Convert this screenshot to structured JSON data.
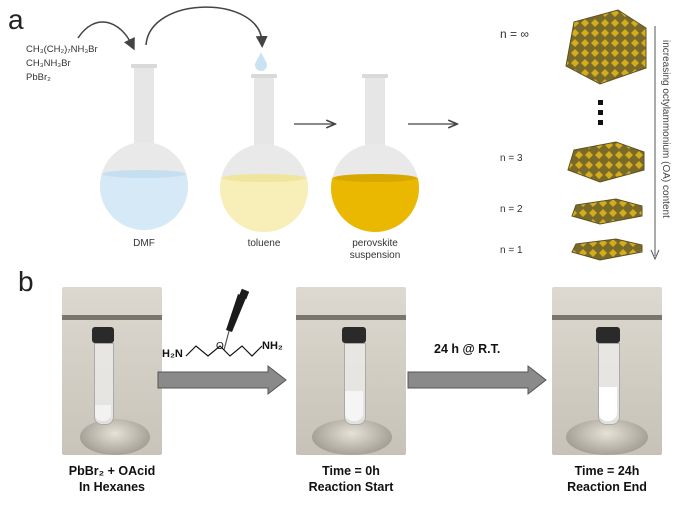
{
  "panel_a": {
    "label": "a",
    "reagents": [
      "CH₃(CH₂)₇NH₃Br",
      "CH₃NH₃Br",
      "PbBr₂"
    ],
    "flasks": [
      {
        "label": "DMF"
      },
      {
        "label": "toluene"
      },
      {
        "label_line1": "perovskite",
        "label_line2": "suspension"
      }
    ],
    "n_labels": [
      "n = ∞",
      "n = 3",
      "n = 2",
      "n = 1"
    ],
    "axis_label": "increasing octylammonium (OA) content",
    "colors": {
      "dmf": "#d6e9f7",
      "toluene": "#f7eeb8",
      "perovskite": "#eab800",
      "crystal": "#c8a012"
    }
  },
  "panel_b": {
    "label": "b",
    "captions": [
      {
        "line1": "PbBr₂ + OAcid",
        "line2": "In Hexanes"
      },
      {
        "line1": "Time = 0h",
        "line2": "Reaction Start"
      },
      {
        "line1": "Time = 24h",
        "line2": "Reaction End"
      }
    ],
    "reagent_left": "H₂N",
    "reagent_right": "NH₂",
    "reagent_o": "O",
    "step2_label": "24 h @ R.T."
  }
}
